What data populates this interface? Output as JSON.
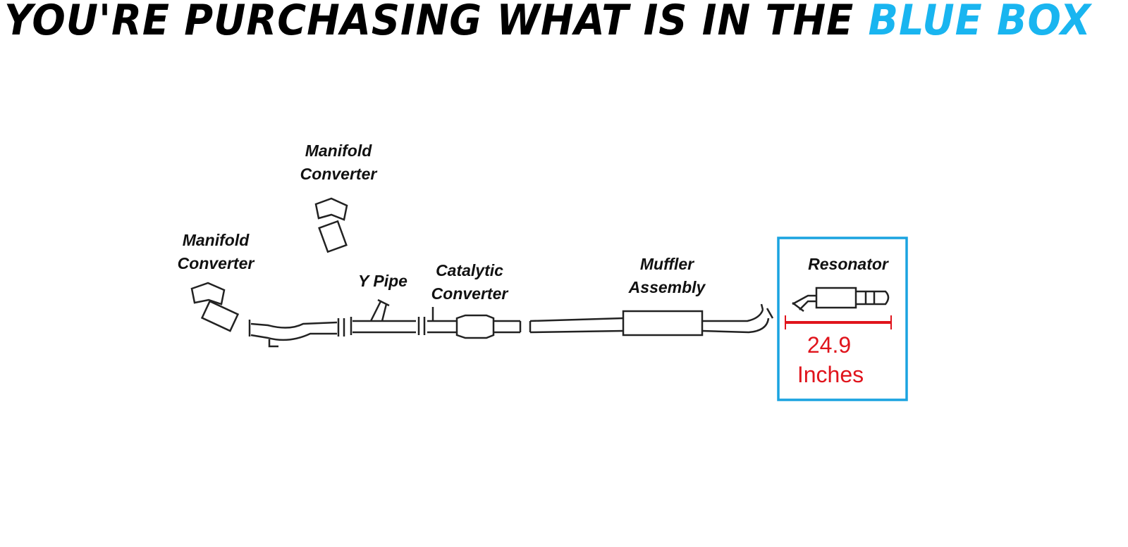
{
  "header": {
    "title_main": "YOU'RE PURCHASING WHAT IS IN THE",
    "title_highlight": "BLUE BOX"
  },
  "parts": {
    "manifold_upper": [
      "Manifold",
      "Converter"
    ],
    "manifold_lower": [
      "Manifold",
      "Converter"
    ],
    "y_pipe": "Y Pipe",
    "catalytic": [
      "Catalytic",
      "Converter"
    ],
    "muffler": [
      "Muffler",
      "Assembly"
    ],
    "resonator": "Resonator"
  },
  "measurement": {
    "value": "24.9",
    "unit": "Inches"
  },
  "colors": {
    "highlight": "#19b5f0",
    "box": "#1aa3e0",
    "measure": "#e0141c"
  }
}
